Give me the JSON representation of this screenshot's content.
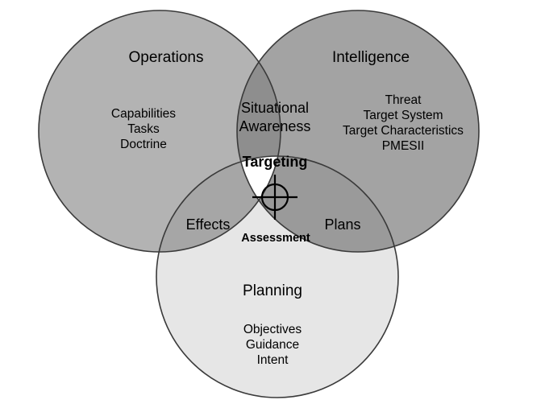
{
  "colors": {
    "operations_fill": "#b3b3b3",
    "intelligence_fill": "#a3a3a3",
    "planning_fill": "#e6e6e6",
    "ops_intel_overlap": "#8e8e8e",
    "ops_plan_overlap": "#a6a6a6",
    "intel_plan_overlap": "#9a9a9a",
    "center_fill": "#ffffff",
    "stroke": "#3a3a3a"
  },
  "circles": {
    "operations": {
      "title": "Operations",
      "items": [
        "Capabilities",
        "Tasks",
        "Doctrine"
      ]
    },
    "intelligence": {
      "title": "Intelligence",
      "items": [
        "Threat",
        "Target System",
        "Target Characteristics",
        "PMESII"
      ]
    },
    "planning": {
      "title": "Planning",
      "items": [
        "Objectives",
        "Guidance",
        "Intent"
      ]
    }
  },
  "overlaps": {
    "operations_intelligence": [
      "Situational",
      "Awareness"
    ],
    "operations_planning": "Effects",
    "intelligence_planning": "Plans"
  },
  "center": {
    "title": "Targeting",
    "subtitle": "Assessment",
    "icon": "crosshair-icon"
  }
}
